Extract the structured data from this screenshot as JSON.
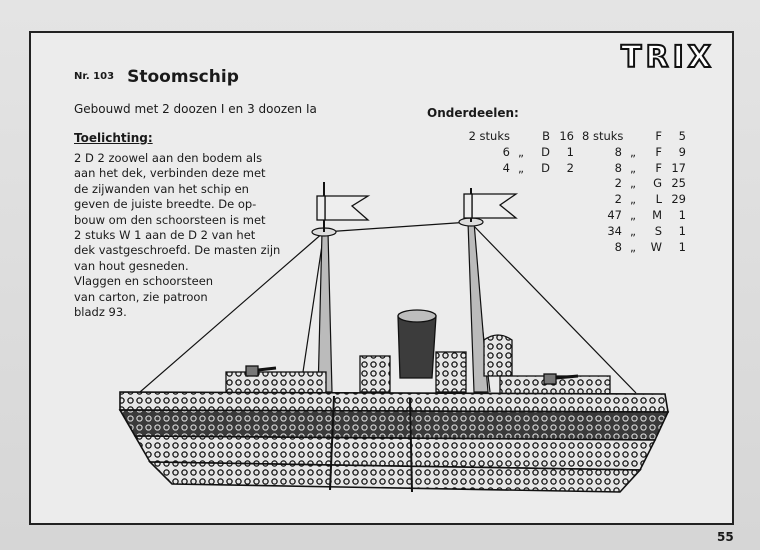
{
  "brand": "TRIX",
  "title": {
    "number": "Nr. 103",
    "name": "Stoomschip"
  },
  "subtitle": "Gebouwd met 2 doozen I en 3 doozen Ia",
  "explanation": {
    "heading": "Toelichting:",
    "lines": [
      "2 D 2 zoowel aan den bodem als",
      "aan het dek, verbinden deze met",
      "de zijwanden van het schip en",
      "geven de juiste breedte. De op-",
      "bouw om den schoorsteen is met",
      "2 stuks W 1 aan de D 2 van het",
      "dek vastgeschroefd. De masten zijn",
      "van hout gesneden.",
      "Vlaggen en schoorsteen",
      "van carton, zie patroon",
      "bladz 93."
    ]
  },
  "parts": {
    "heading": "Onderdeelen:",
    "left": [
      {
        "qty": "2 stuks",
        "unit": "",
        "code": "B",
        "num": "16"
      },
      {
        "qty": "6",
        "unit": "„",
        "code": "D",
        "num": "1"
      },
      {
        "qty": "4",
        "unit": "„",
        "code": "D",
        "num": "2"
      }
    ],
    "right": [
      {
        "qty": "8 stuks",
        "unit": "",
        "code": "F",
        "num": "5"
      },
      {
        "qty": "8",
        "unit": "„",
        "code": "F",
        "num": "9"
      },
      {
        "qty": "8",
        "unit": "„",
        "code": "F",
        "num": "17"
      },
      {
        "qty": "2",
        "unit": "„",
        "code": "G",
        "num": "25"
      },
      {
        "qty": "2",
        "unit": "„",
        "code": "L",
        "num": "29"
      },
      {
        "qty": "47",
        "unit": "„",
        "code": "M",
        "num": "1"
      },
      {
        "qty": "34",
        "unit": "„",
        "code": "S",
        "num": "1"
      },
      {
        "qty": "8",
        "unit": "„",
        "code": "W",
        "num": "1"
      }
    ]
  },
  "page_number": "55"
}
